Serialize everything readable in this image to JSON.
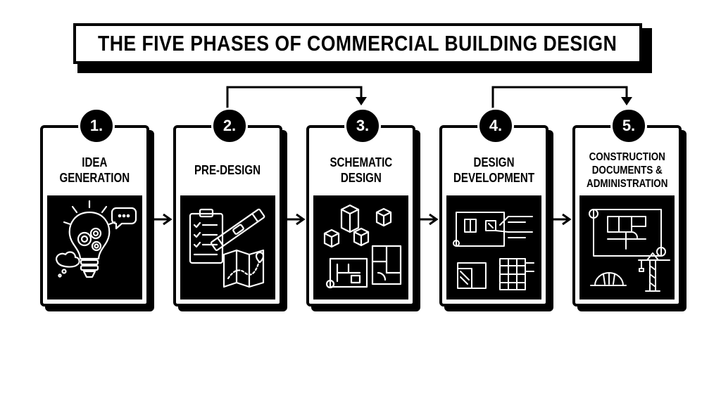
{
  "title": "THE FIVE PHASES OF COMMERCIAL BUILDING DESIGN",
  "phases": [
    {
      "number": "1.",
      "label": "IDEA\nGENERATION",
      "icon": "lightbulb-gears-icon"
    },
    {
      "number": "2.",
      "label": "PRE-DESIGN",
      "icon": "clipboard-level-map-icon"
    },
    {
      "number": "3.",
      "label": "SCHEMATIC\nDESIGN",
      "icon": "blocks-floorplan-icon"
    },
    {
      "number": "4.",
      "label": "DESIGN\nDEVELOPMENT",
      "icon": "detailed-drawings-icon"
    },
    {
      "number": "5.",
      "label": "CONSTRUCTION\nDOCUMENTS &\nADMINISTRATION",
      "icon": "blueprint-hardhat-crane-icon"
    }
  ],
  "colors": {
    "ink": "#000000",
    "paper": "#ffffff"
  }
}
